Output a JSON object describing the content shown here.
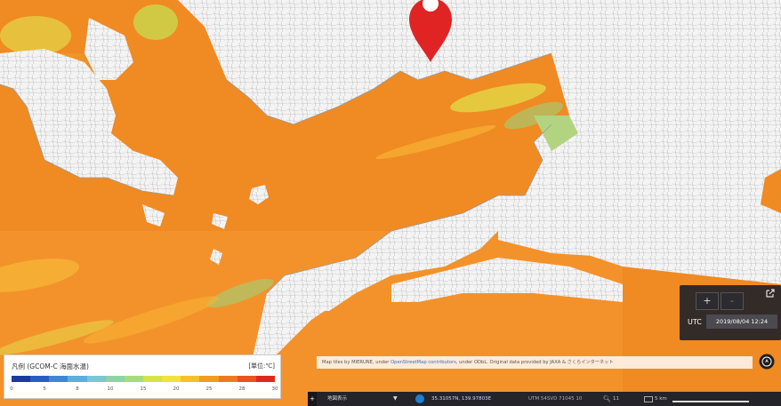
{
  "colors": {
    "sea_orange": "#f08a22",
    "land": "#f2f2f2",
    "marker_red": "#e02424",
    "panel_dark": "#24242a"
  },
  "marker": {
    "icon": "map-pin-icon"
  },
  "time_panel": {
    "zoom_in_label": "+",
    "zoom_out_label": "-",
    "share_icon": "external-link-icon",
    "utc_label": "UTC",
    "utc_value": "2019/08/04 12:24"
  },
  "attribution": {
    "prefix": "Map tiles by MIERUNE, under ",
    "osm_link": "OpenStreetMap contributors",
    "middle": ", under ODbL. Original data provided by JAXA ",
    "suffix": "& さくらインターネット"
  },
  "legend": {
    "title": "凡例 (GCOM-C 海面水温)",
    "unit": "[単位:℃]",
    "colors": [
      "#1e3aa0",
      "#2a5cc8",
      "#3c87d6",
      "#58b0de",
      "#78c8d2",
      "#8fd2a6",
      "#a9dc78",
      "#d4e24a",
      "#f2e23a",
      "#f6c02c",
      "#f39a24",
      "#ee7a20",
      "#e8541c",
      "#dc2a1a"
    ],
    "ticks": [
      "0",
      "5",
      "8",
      "10",
      "15",
      "20",
      "25",
      "28",
      "30"
    ]
  },
  "bottom_bar": {
    "toggle_label": "+",
    "basemap_select": "地図表示",
    "coordinates": "35.31057N, 139.97803E",
    "utm": "UTM 54SVD 71045 10",
    "zoom_label": "11",
    "scale_label": "5 km"
  }
}
